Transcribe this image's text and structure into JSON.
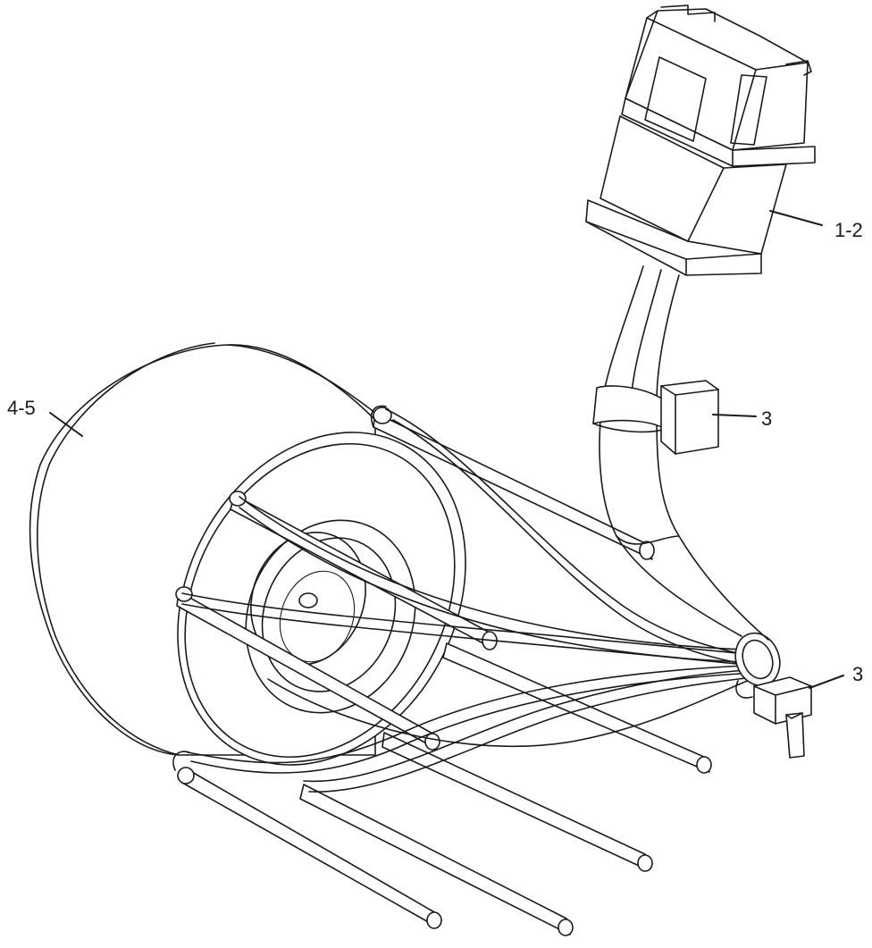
{
  "labels": {
    "connector": "1-2",
    "clip_upper": "3",
    "clip_lower": "3",
    "motor": "4-5"
  }
}
